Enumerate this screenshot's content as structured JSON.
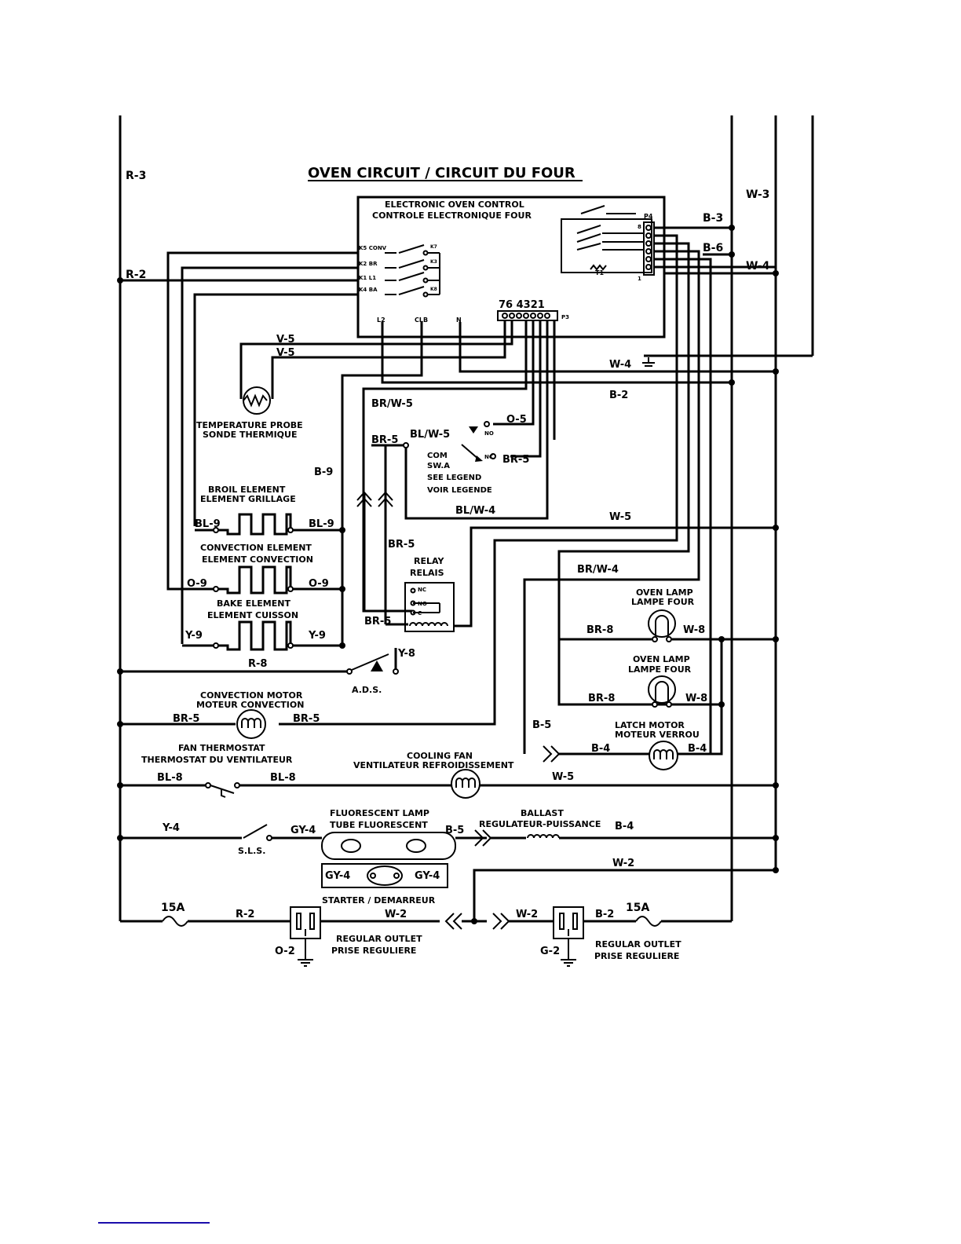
{
  "title": "OVEN CIRCUIT / CIRCUIT DU FOUR",
  "control": {
    "title_en": "ELECTRONIC OVEN CONTROL",
    "title_fr": "CONTROLE ELECTRONIQUE FOUR",
    "conn_p4": "P4",
    "conn_p3": "P3",
    "p3_pins": "76 4321",
    "relays": [
      "K5 CONV",
      "K2 BR",
      "K1 L1",
      "K4 BA"
    ],
    "k_right": [
      "K7",
      "K3",
      "K8"
    ],
    "terminals": [
      "L2",
      "CLB",
      "N"
    ],
    "p4_nums": [
      "8",
      "1"
    ],
    "t1": "T1"
  },
  "wires": {
    "r3": "R-3",
    "r2": "R-2",
    "w3": "W-3",
    "b3": "B-3",
    "b6": "B-6",
    "w4": "W-4",
    "v5a": "V-5",
    "v5b": "V-5",
    "w4g": "W-4",
    "b2": "B-2",
    "brw5": "BR/W-5",
    "o5": "O-5",
    "br5a": "BR-5",
    "blw5": "BL/W-5",
    "br5b": "BR-5",
    "b9": "B-9",
    "blw4": "BL/W-4",
    "w5a": "W-5",
    "br5c": "BR-5",
    "brw4": "BR/W-4",
    "bl9a": "BL-9",
    "bl9b": "BL-9",
    "o9a": "O-9",
    "o9b": "O-9",
    "y9a": "Y-9",
    "y9b": "Y-9",
    "br5d": "BR-5",
    "br8a": "BR-8",
    "w8a": "W-8",
    "br8b": "BR-8",
    "w8b": "W-8",
    "r8": "R-8",
    "y8": "Y-8",
    "br5e": "BR-5",
    "br5f": "BR-5",
    "b5a": "B-5",
    "b4a": "B-4",
    "b4b": "B-4",
    "bl8a": "BL-8",
    "bl8b": "BL-8",
    "w5b": "W-5",
    "y4": "Y-4",
    "gy4a": "GY-4",
    "b5b": "B-5",
    "b4c": "B-4",
    "gy4b": "GY-4",
    "gy4c": "GY-4",
    "w2a": "W-2",
    "r2b": "R-2",
    "w2b": "W-2",
    "w2c": "W-2",
    "b2b": "B-2",
    "o2": "O-2",
    "g2": "G-2",
    "fuse1": "15A",
    "fuse2": "15A"
  },
  "components": {
    "probe_en": "TEMPERATURE PROBE",
    "probe_fr": "SONDE THERMIQUE",
    "broil_en": "BROIL ELEMENT",
    "broil_fr": "ELEMENT GRILLAGE",
    "conv_en": "CONVECTION ELEMENT",
    "conv_fr": "ELEMENT CONVECTION",
    "bake_en": "BAKE ELEMENT",
    "bake_fr": "ELEMENT CUISSON",
    "sw_com": "COM",
    "sw_name": "SW.A",
    "sw_legend_en": "SEE LEGEND",
    "sw_legend_fr": "VOIR LEGENDE",
    "sw_no": "NO",
    "sw_nc": "NC",
    "relay_en": "RELAY",
    "relay_fr": "RELAIS",
    "relay_nc": "NC",
    "relay_no": "NO",
    "relay_c": "C",
    "ads": "A.D.S.",
    "lamp1_en": "OVEN LAMP",
    "lamp1_fr": "LAMPE FOUR",
    "lamp2_en": "OVEN LAMP",
    "lamp2_fr": "LAMPE FOUR",
    "latch_en": "LATCH MOTOR",
    "latch_fr": "MOTEUR VERROU",
    "cmotor_en": "CONVECTION MOTOR",
    "cmotor_fr": "MOTEUR CONVECTION",
    "fanth_en": "FAN THERMOSTAT",
    "fanth_fr": "THERMOSTAT DU VENTILATEUR",
    "cfan_en": "COOLING FAN",
    "cfan_fr": "VENTILATEUR REFROIDISSEMENT",
    "fluor_en": "FLUORESCENT LAMP",
    "fluor_fr": "TUBE FLUORESCENT",
    "ballast_en": "BALLAST",
    "ballast_fr": "REGULATEUR-PUISSANCE",
    "sls": "S.L.S.",
    "starter": "STARTER / DEMARREUR",
    "outlet1_en": "REGULAR OUTLET",
    "outlet1_fr": "PRISE REGULIERE",
    "outlet2_en": "REGULAR OUTLET",
    "outlet2_fr": "PRISE REGULIERE"
  }
}
